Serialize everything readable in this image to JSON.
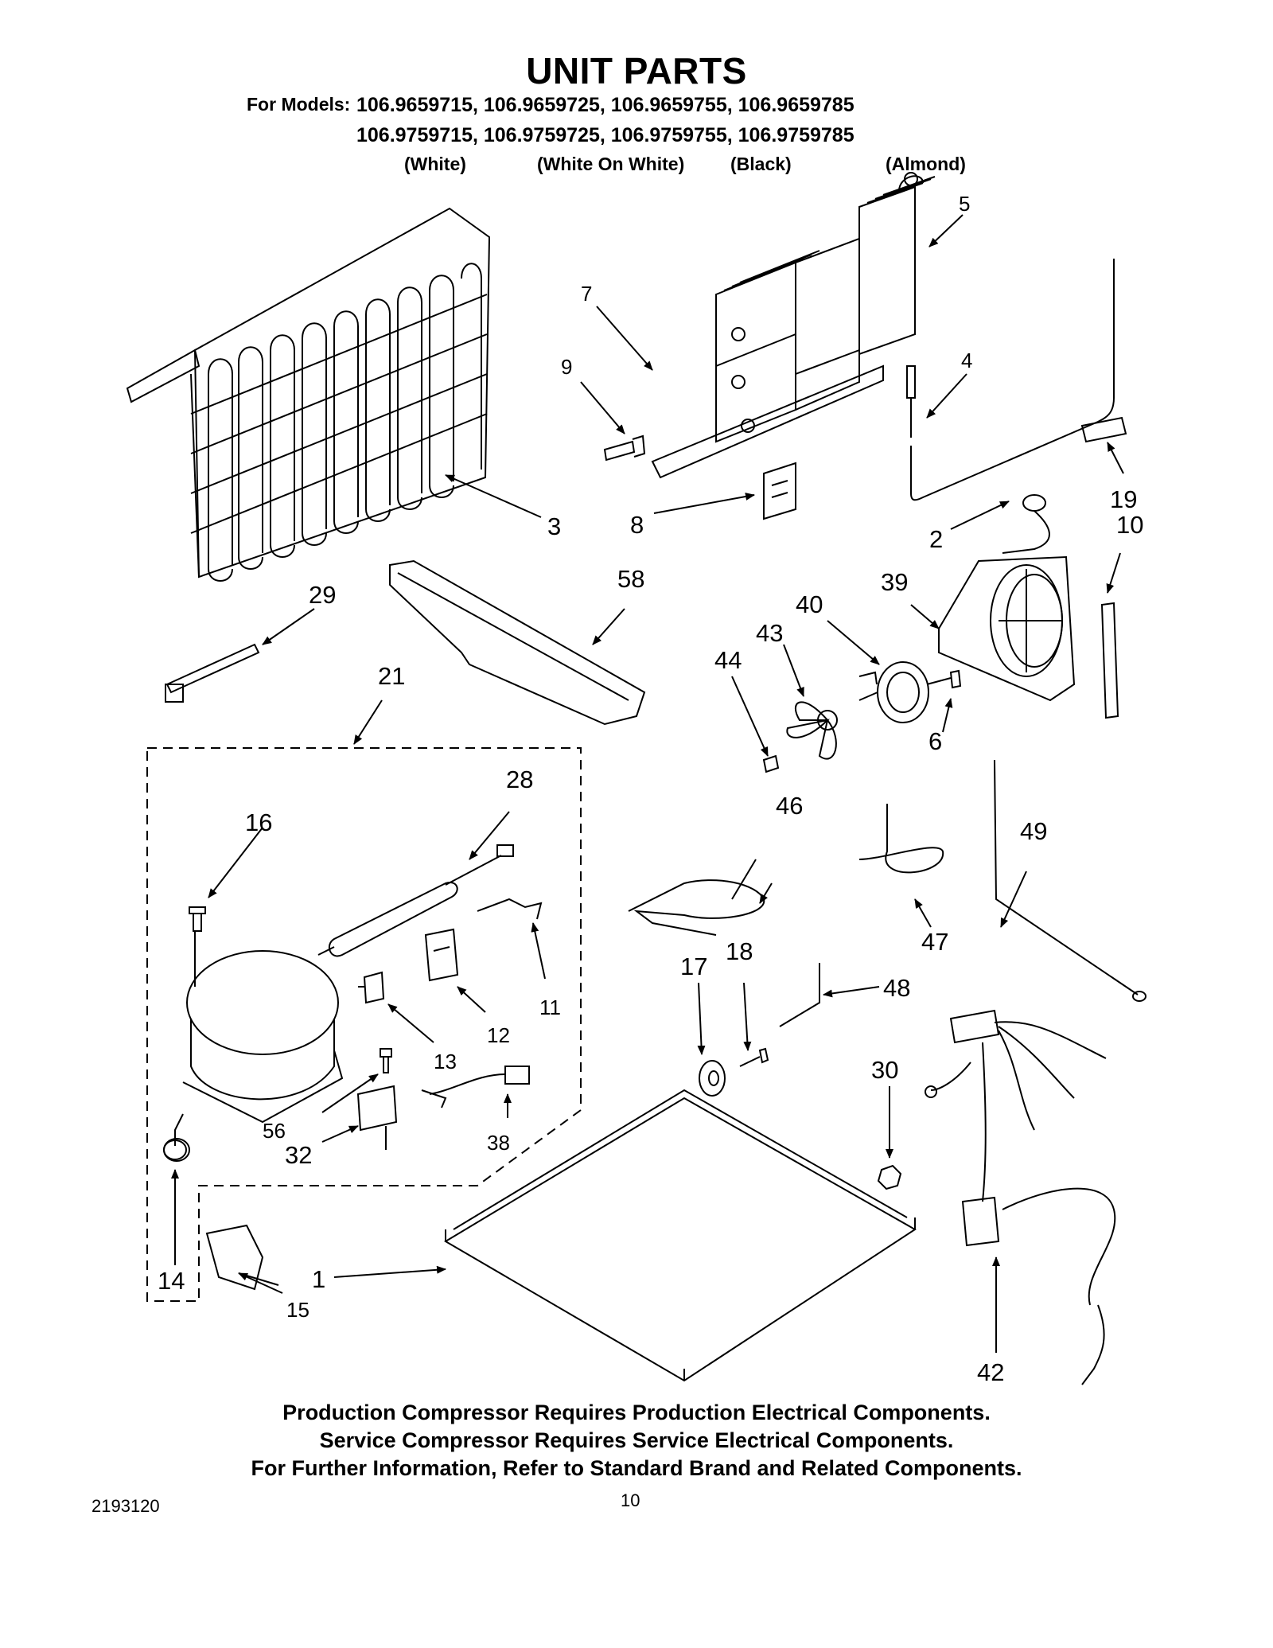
{
  "header": {
    "title": "UNIT PARTS",
    "for_models_label": "For Models:",
    "models_row1": "106.9659715, 106.9659725, 106.9659755, 106.9659785",
    "models_row2": "106.9759715, 106.9759725, 106.9759755, 106.9759785",
    "colors": [
      "(White)",
      "(White On White)",
      "(Black)",
      "(Almond)"
    ]
  },
  "parts": [
    {
      "id": "p1",
      "label": "1"
    },
    {
      "id": "p2",
      "label": "2"
    },
    {
      "id": "p3",
      "label": "3"
    },
    {
      "id": "p4",
      "label": "4"
    },
    {
      "id": "p5",
      "label": "5"
    },
    {
      "id": "p6",
      "label": "6"
    },
    {
      "id": "p7",
      "label": "7"
    },
    {
      "id": "p8",
      "label": "8"
    },
    {
      "id": "p9",
      "label": "9"
    },
    {
      "id": "p10",
      "label": "10"
    },
    {
      "id": "p11",
      "label": "11"
    },
    {
      "id": "p12",
      "label": "12"
    },
    {
      "id": "p13",
      "label": "13"
    },
    {
      "id": "p14",
      "label": "14"
    },
    {
      "id": "p15",
      "label": "15"
    },
    {
      "id": "p16",
      "label": "16"
    },
    {
      "id": "p17",
      "label": "17"
    },
    {
      "id": "p18",
      "label": "18"
    },
    {
      "id": "p19",
      "label": "19"
    },
    {
      "id": "p21",
      "label": "21"
    },
    {
      "id": "p28",
      "label": "28"
    },
    {
      "id": "p29",
      "label": "29"
    },
    {
      "id": "p30",
      "label": "30"
    },
    {
      "id": "p32",
      "label": "32"
    },
    {
      "id": "p38",
      "label": "38"
    },
    {
      "id": "p39",
      "label": "39"
    },
    {
      "id": "p40",
      "label": "40"
    },
    {
      "id": "p42",
      "label": "42"
    },
    {
      "id": "p43",
      "label": "43"
    },
    {
      "id": "p44",
      "label": "44"
    },
    {
      "id": "p46",
      "label": "46"
    },
    {
      "id": "p47",
      "label": "47"
    },
    {
      "id": "p48",
      "label": "48"
    },
    {
      "id": "p49",
      "label": "49"
    },
    {
      "id": "p56",
      "label": "56"
    },
    {
      "id": "p58",
      "label": "58"
    }
  ],
  "footer": {
    "line1": "Production Compressor Requires Production Electrical Components.",
    "line2": "Service Compressor Requires Service Electrical Components.",
    "line3": "For Further Information, Refer to Standard Brand and Related Components."
  },
  "doc_number": "2193120",
  "page_number": "10"
}
